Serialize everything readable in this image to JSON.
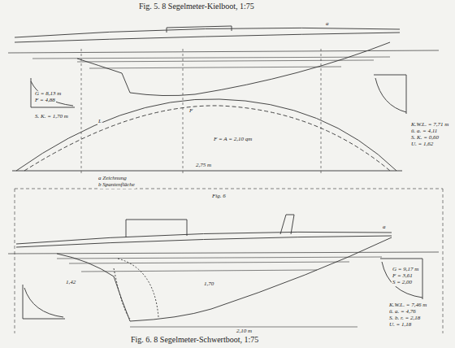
{
  "diagram": {
    "title": "Fig. 5. 8 Segelmeter-Kielboot, 1:75",
    "caption": "Fig. 6. 8 Segelmeter-Schwertboot, 1:75",
    "labels": [
      "a",
      "L",
      "F",
      "F = A = 2,10 qm",
      "G = 8,13 m",
      "F = 4,88",
      "S. K. = 1,70 m",
      "K.W.L. = 7,71 m",
      "ü. a. = 4,11",
      "S. K. = 0,60",
      "U. = 1,62",
      "a Zeichnung",
      "b Spantenfläche",
      "2,75 m",
      "Fig. 6",
      "a",
      "2,10 m",
      "G = 9,17 m",
      "F = 3,61",
      "S = 2,00",
      "K.W.L. = 7,46 m",
      "ü. a. = 4,76",
      "S. b. r. = 2,18",
      "U. = 1,18",
      "1,42",
      "1,70"
    ]
  }
}
